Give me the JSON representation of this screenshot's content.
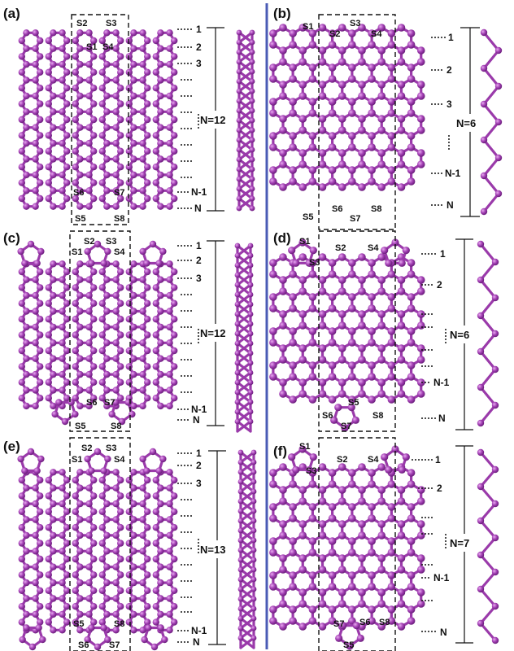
{
  "panels": [
    {
      "id": "a",
      "label": "(a)",
      "sites": [
        "S1",
        "S2",
        "S3",
        "S4",
        "S5",
        "S6",
        "S7",
        "S8"
      ],
      "rows": [
        "1",
        "2",
        "3",
        "N-1",
        "N"
      ],
      "count": "N=12"
    },
    {
      "id": "b",
      "label": "(b)",
      "sites": [
        "S1",
        "S2",
        "S3",
        "S4",
        "S5",
        "S6",
        "S7",
        "S8"
      ],
      "rows": [
        "1",
        "2",
        "3",
        "N-1",
        "N"
      ],
      "count": "N=6"
    },
    {
      "id": "c",
      "label": "(c)",
      "sites": [
        "S1",
        "S2",
        "S3",
        "S4",
        "S5",
        "S6",
        "S7",
        "S8"
      ],
      "rows": [
        "1",
        "2",
        "3",
        "N-1",
        "N"
      ],
      "count": "N=12"
    },
    {
      "id": "d",
      "label": "(d)",
      "sites": [
        "S1",
        "S2",
        "S3",
        "S4",
        "S5",
        "S6",
        "S7",
        "S8"
      ],
      "rows": [
        "1",
        "2",
        "N-1",
        "N"
      ],
      "count": "N=6"
    },
    {
      "id": "e",
      "label": "(e)",
      "sites": [
        "S1",
        "S2",
        "S3",
        "S4",
        "S5",
        "S6",
        "S7",
        "S8"
      ],
      "rows": [
        "1",
        "2",
        "3",
        "N-1",
        "N"
      ],
      "count": "N=13"
    },
    {
      "id": "f",
      "label": "(f)",
      "sites": [
        "S1",
        "S2",
        "S3",
        "S4",
        "S5",
        "S6",
        "S7",
        "S8"
      ],
      "rows": [
        "1",
        "2",
        "N-1",
        "N"
      ],
      "count": "N=7"
    }
  ],
  "colors": {
    "atom": "#a23fb3",
    "atom_light": "#d58be0",
    "bond": "#9a3aaa",
    "divider": "#4a5bb5",
    "ink": "#111111"
  }
}
